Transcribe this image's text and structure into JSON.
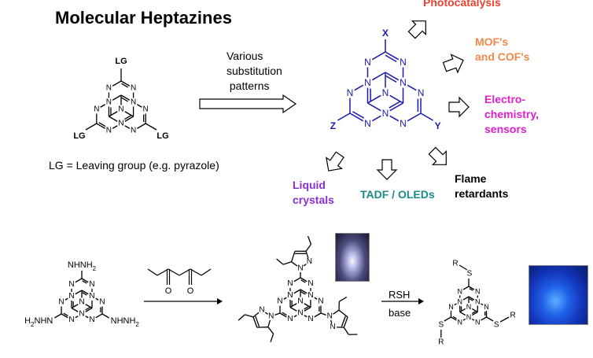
{
  "title": "Molecular Heptazines",
  "substitution_text": "Various\nsubstitution\n patterns",
  "leaving_group_def": "LG = Leaving group (e.g. pyrazole)",
  "applications": {
    "photocatalysis": "Photocatalysis",
    "mof_cof": "MOF's\nand COF's",
    "electrochemistry": "Electro-\nchemistry,\nsensors",
    "flame": "Flame\nretardants",
    "tadf": "TADF / OLEDs",
    "liquid": "Liquid\ncrystals"
  },
  "colors": {
    "photocatalysis": "#e8412e",
    "mof_cof": "#f08a4b",
    "electrochemistry": "#e020d0",
    "flame": "#000000",
    "tadf": "#1a8a8a",
    "liquid": "#8a2fd0",
    "core_blue": "#1a1aa8"
  },
  "atom_labels": {
    "n": "N",
    "lg": "LG",
    "x": "X",
    "y": "Y",
    "z": "Z",
    "nhnh": "NHNH",
    "h2n": "H",
    "h2n_tail": "NHN",
    "sub2": "2",
    "r": "R",
    "s": "S",
    "o": "O"
  },
  "reaction": {
    "reagent": "RSH",
    "conditions": "base"
  }
}
